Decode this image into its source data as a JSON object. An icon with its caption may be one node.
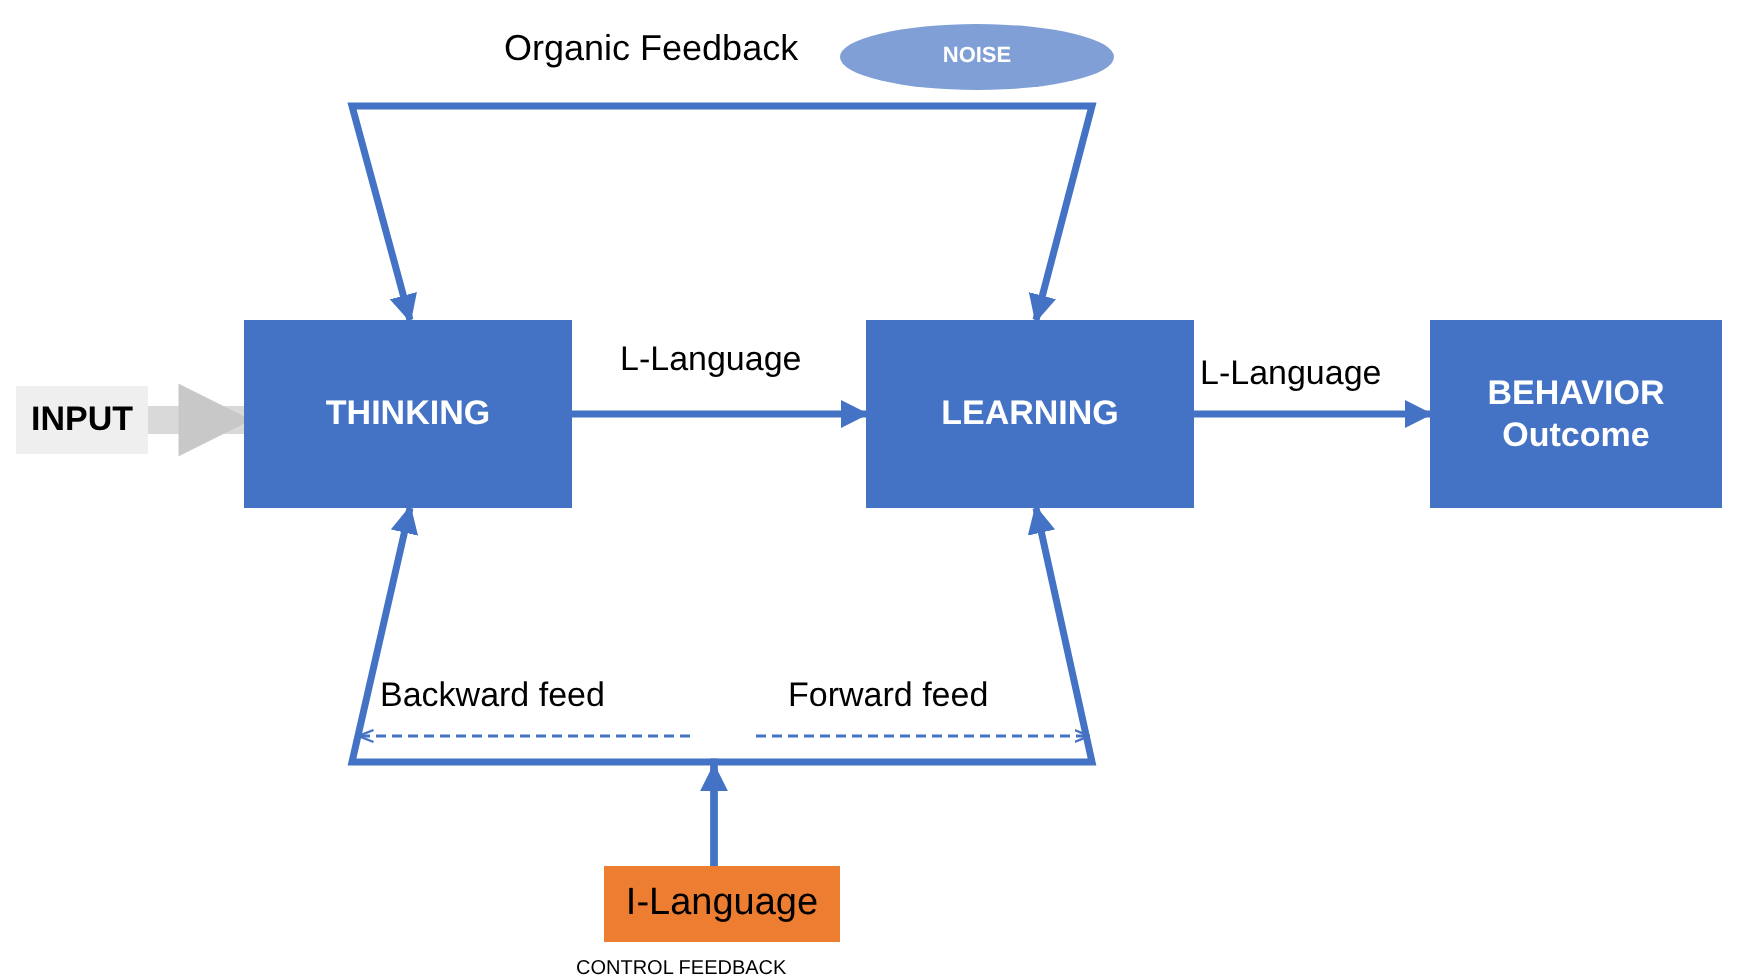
{
  "diagram": {
    "nodes": [
      {
        "text": [
          "INPUT"
        ]
      },
      {
        "text": [
          "THINKING"
        ]
      },
      {
        "text": [
          "LEARNING"
        ]
      },
      {
        "text": [
          "BEHAVIOR Outcome"
        ]
      },
      {
        "text": [
          "I-Language"
        ],
        "beside": [
          "CONTROL FEEDBACK"
        ]
      },
      {
        "text": [
          "NOISE"
        ]
      }
    ],
    "edges": [
      {
        "from": 0,
        "to": 1,
        "arrow": "to",
        "style": "thick",
        "color": "#d9d9d9"
      },
      {
        "from": 1,
        "to": 2,
        "arrow": "to",
        "label": "L-Language"
      },
      {
        "from": 2,
        "to": 3,
        "arrow": "to",
        "label": "L-Language"
      },
      {
        "from": null,
        "to": 1,
        "arrow": "to"
      },
      {
        "from": null,
        "to": 2,
        "arrow": "to"
      },
      {
        "from": 4,
        "to": 1,
        "arrow": "to"
      },
      {
        "from": 4,
        "to": 2,
        "arrow": "to"
      }
    ],
    "labels": [
      "Organic Feedback",
      "Backward feed",
      "Forward feed"
    ]
  }
}
